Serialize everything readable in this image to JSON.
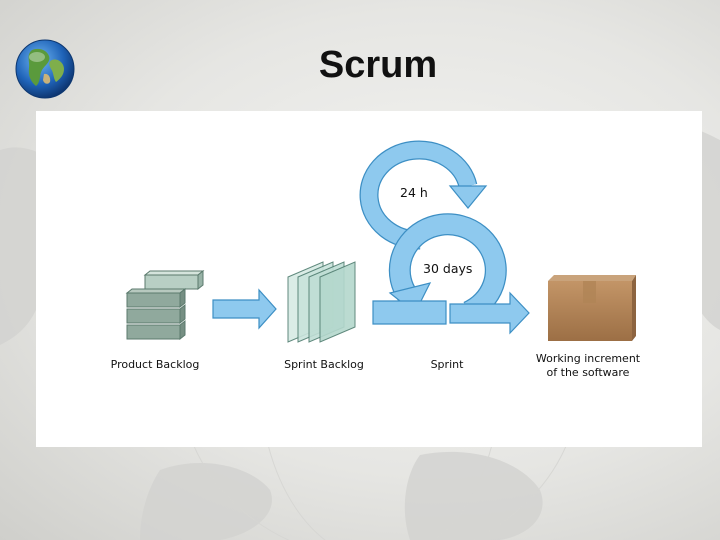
{
  "slide": {
    "title": "Scrum"
  },
  "diagram": {
    "daily_cycle_label": "24 h",
    "sprint_cycle_label": "30 days",
    "stages": {
      "product_backlog": "Product Backlog",
      "sprint_backlog": "Sprint Backlog",
      "sprint": "Sprint",
      "increment_line1": "Working increment",
      "increment_line2": "of the software"
    }
  },
  "colors": {
    "arrow_fill": "#8ec9ee",
    "arrow_stroke": "#3d8fc4",
    "backlog_fill": "#8ea89c",
    "sprint_sheet_fill": "#c5e0d8",
    "box_fill": "#b7875a"
  }
}
